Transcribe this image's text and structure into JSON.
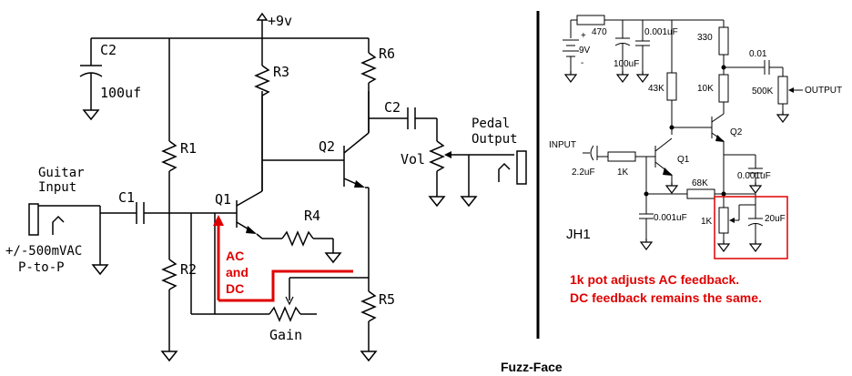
{
  "left": {
    "supply": "+9v",
    "c2_top": "C2",
    "c2_top_value": "100uf",
    "r1": "R1",
    "r2": "R2",
    "r3": "R3",
    "r4": "R4",
    "r5": "R5",
    "r6": "R6",
    "q1": "Q1",
    "q2": "Q2",
    "c1": "C1",
    "c2_out": "C2",
    "vol": "Vol",
    "gain": "Gain",
    "guitar_input_l1": "Guitar",
    "guitar_input_l2": "Input",
    "signal_l1": "+/-500mVAC",
    "signal_l2": "P-to-P",
    "pedal_output_l1": "Pedal",
    "pedal_output_l2": "Output",
    "ac_dc_l1": "AC",
    "ac_dc_l2": "and",
    "ac_dc_l3": "DC"
  },
  "right": {
    "r470": "470",
    "battery": "9V",
    "plus": "+",
    "minus": "-",
    "c001_top": "0.001uF",
    "c100": "100uF",
    "r330": "330",
    "c001": "0.01",
    "r43k": "43K",
    "r10k": "10K",
    "pot500k": "500K",
    "output": "OUTPUT",
    "q2": "Q2",
    "q1": "Q1",
    "input": "INPUT",
    "c22": "2.2uF",
    "r1k_in": "1K",
    "r68k": "68K",
    "c001_mid": "0.001uF",
    "c001_low": "0.001uF",
    "pot1k": "1K",
    "c20": "20uF",
    "jh1": "JH1",
    "note_l1": "1k pot adjusts AC feedback.",
    "note_l2": "DC feedback remains the same."
  },
  "caption": "Fuzz-Face"
}
